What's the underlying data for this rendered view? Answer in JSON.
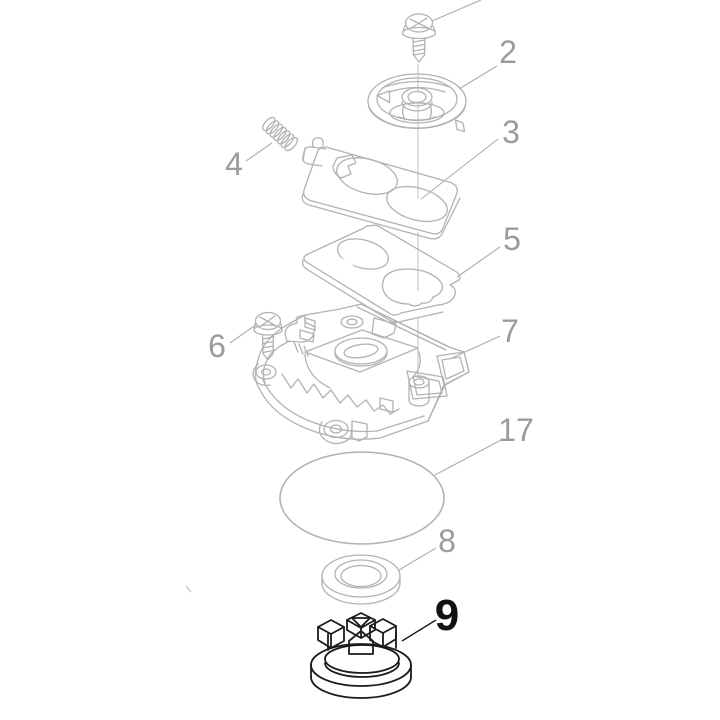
{
  "figure": {
    "kind": "exploded-parts-diagram",
    "background_color": "#ffffff",
    "line_color": "#b2b2b2",
    "label_color": "#9b9b9b",
    "highlight_color": "#1b1b1b"
  },
  "parts": [
    {
      "label": "2",
      "item": "cap-knob",
      "highlighted": false
    },
    {
      "label": "3",
      "item": "lock-plate",
      "highlighted": false
    },
    {
      "label": "4",
      "item": "coil-spring",
      "highlighted": false
    },
    {
      "label": "5",
      "item": "gasket-plate",
      "highlighted": false
    },
    {
      "label": "6",
      "item": "pan-head-screw",
      "highlighted": false
    },
    {
      "label": "7",
      "item": "gear-housing",
      "highlighted": false
    },
    {
      "label": "17",
      "item": "o-ring",
      "highlighted": false
    },
    {
      "label": "8",
      "item": "bearing-ring",
      "highlighted": false
    },
    {
      "label": "9",
      "item": "flanged-hub",
      "highlighted": true
    }
  ],
  "unlabeled_parts": [
    {
      "item": "top-screw",
      "leader": "runs off top edge of image"
    }
  ]
}
